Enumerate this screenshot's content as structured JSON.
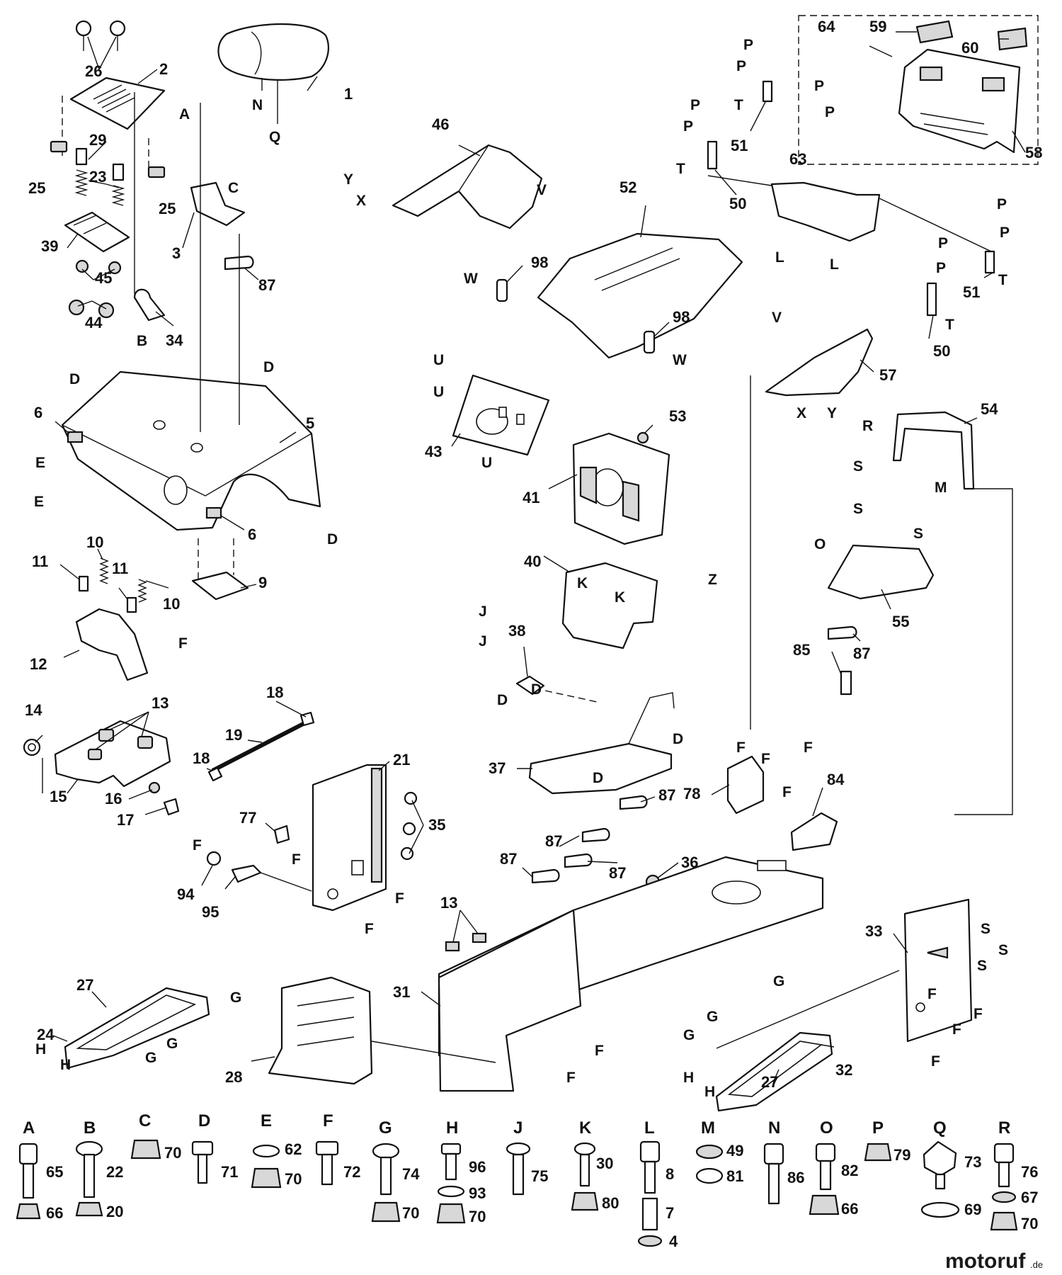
{
  "part_numbers": [
    {
      "id": "p1",
      "text": "1"
    },
    {
      "id": "p2",
      "text": "2"
    },
    {
      "id": "p26",
      "text": "26"
    },
    {
      "id": "p25a",
      "text": "25"
    },
    {
      "id": "p25b",
      "text": "25"
    },
    {
      "id": "p29",
      "text": "29"
    },
    {
      "id": "p23",
      "text": "23"
    },
    {
      "id": "p39",
      "text": "39"
    },
    {
      "id": "p45",
      "text": "45"
    },
    {
      "id": "p44",
      "text": "44"
    },
    {
      "id": "p34",
      "text": "34"
    },
    {
      "id": "p3",
      "text": "3"
    },
    {
      "id": "p87a",
      "text": "87"
    },
    {
      "id": "p46",
      "text": "46"
    },
    {
      "id": "p52",
      "text": "52"
    },
    {
      "id": "p98a",
      "text": "98"
    },
    {
      "id": "p98b",
      "text": "98"
    },
    {
      "id": "p64",
      "text": "64"
    },
    {
      "id": "p59",
      "text": "59"
    },
    {
      "id": "p60",
      "text": "60"
    },
    {
      "id": "p58",
      "text": "58"
    },
    {
      "id": "p51a",
      "text": "51"
    },
    {
      "id": "p50a",
      "text": "50"
    },
    {
      "id": "p63",
      "text": "63"
    },
    {
      "id": "p51b",
      "text": "51"
    },
    {
      "id": "p50b",
      "text": "50"
    },
    {
      "id": "p57",
      "text": "57"
    },
    {
      "id": "p6a",
      "text": "6"
    },
    {
      "id": "p5",
      "text": "5"
    },
    {
      "id": "p6b",
      "text": "6"
    },
    {
      "id": "p43",
      "text": "43"
    },
    {
      "id": "p53",
      "text": "53"
    },
    {
      "id": "p41",
      "text": "41"
    },
    {
      "id": "p54",
      "text": "54"
    },
    {
      "id": "p40",
      "text": "40"
    },
    {
      "id": "p55",
      "text": "55"
    },
    {
      "id": "p87b",
      "text": "87"
    },
    {
      "id": "p85",
      "text": "85"
    },
    {
      "id": "p10a",
      "text": "10"
    },
    {
      "id": "p11a",
      "text": "11"
    },
    {
      "id": "p11b",
      "text": "11"
    },
    {
      "id": "p10b",
      "text": "10"
    },
    {
      "id": "p9",
      "text": "9"
    },
    {
      "id": "p12",
      "text": "12"
    },
    {
      "id": "p38",
      "text": "38"
    },
    {
      "id": "p14",
      "text": "14"
    },
    {
      "id": "p13a",
      "text": "13"
    },
    {
      "id": "p18a",
      "text": "18"
    },
    {
      "id": "p19",
      "text": "19"
    },
    {
      "id": "p18b",
      "text": "18"
    },
    {
      "id": "p15",
      "text": "15"
    },
    {
      "id": "p16",
      "text": "16"
    },
    {
      "id": "p17",
      "text": "17"
    },
    {
      "id": "p21",
      "text": "21"
    },
    {
      "id": "p35",
      "text": "35"
    },
    {
      "id": "p77",
      "text": "77"
    },
    {
      "id": "p94",
      "text": "94"
    },
    {
      "id": "p95",
      "text": "95"
    },
    {
      "id": "p37",
      "text": "37"
    },
    {
      "id": "p87c",
      "text": "87"
    },
    {
      "id": "p87d",
      "text": "87"
    },
    {
      "id": "p87e",
      "text": "87"
    },
    {
      "id": "p87f",
      "text": "87"
    },
    {
      "id": "p36",
      "text": "36"
    },
    {
      "id": "p78",
      "text": "78"
    },
    {
      "id": "p84",
      "text": "84"
    },
    {
      "id": "p13b",
      "text": "13"
    },
    {
      "id": "p33",
      "text": "33"
    },
    {
      "id": "p24",
      "text": "24"
    },
    {
      "id": "p27a",
      "text": "27"
    },
    {
      "id": "p31",
      "text": "31"
    },
    {
      "id": "p28",
      "text": "28"
    },
    {
      "id": "p27b",
      "text": "27"
    },
    {
      "id": "p32",
      "text": "32"
    }
  ],
  "ref_letters": [
    {
      "id": "lA",
      "text": "A"
    },
    {
      "id": "lN",
      "text": "N"
    },
    {
      "id": "lQ",
      "text": "Q"
    },
    {
      "id": "lB",
      "text": "B"
    },
    {
      "id": "lC",
      "text": "C"
    },
    {
      "id": "lY1",
      "text": "Y"
    },
    {
      "id": "lX1",
      "text": "X"
    },
    {
      "id": "lV1",
      "text": "V"
    },
    {
      "id": "lW1",
      "text": "W"
    },
    {
      "id": "lW2",
      "text": "W"
    },
    {
      "id": "lP1",
      "text": "P"
    },
    {
      "id": "lP2",
      "text": "P"
    },
    {
      "id": "lP3",
      "text": "P"
    },
    {
      "id": "lP4",
      "text": "P"
    },
    {
      "id": "lT1",
      "text": "T"
    },
    {
      "id": "lP5",
      "text": "P"
    },
    {
      "id": "lP6",
      "text": "P"
    },
    {
      "id": "lT2",
      "text": "T"
    },
    {
      "id": "lL1",
      "text": "L"
    },
    {
      "id": "lL2",
      "text": "L"
    },
    {
      "id": "lP7",
      "text": "P"
    },
    {
      "id": "lP8",
      "text": "P"
    },
    {
      "id": "lP9",
      "text": "P"
    },
    {
      "id": "lP10",
      "text": "P"
    },
    {
      "id": "lT3",
      "text": "T"
    },
    {
      "id": "lT4",
      "text": "T"
    },
    {
      "id": "lV2",
      "text": "V"
    },
    {
      "id": "lX2",
      "text": "X"
    },
    {
      "id": "lY2",
      "text": "Y"
    },
    {
      "id": "lD1",
      "text": "D"
    },
    {
      "id": "lD2",
      "text": "D"
    },
    {
      "id": "lE1",
      "text": "E"
    },
    {
      "id": "lE2",
      "text": "E"
    },
    {
      "id": "lD3",
      "text": "D"
    },
    {
      "id": "lU1",
      "text": "U"
    },
    {
      "id": "lU2",
      "text": "U"
    },
    {
      "id": "lU3",
      "text": "U"
    },
    {
      "id": "lR1",
      "text": "R"
    },
    {
      "id": "lS1",
      "text": "S"
    },
    {
      "id": "lM1",
      "text": "M"
    },
    {
      "id": "lS2",
      "text": "S"
    },
    {
      "id": "lS3",
      "text": "S"
    },
    {
      "id": "lO1",
      "text": "O"
    },
    {
      "id": "lZ1",
      "text": "Z"
    },
    {
      "id": "lK1",
      "text": "K"
    },
    {
      "id": "lK2",
      "text": "K"
    },
    {
      "id": "lJ1",
      "text": "J"
    },
    {
      "id": "lJ2",
      "text": "J"
    },
    {
      "id": "lF1",
      "text": "F"
    },
    {
      "id": "lD4",
      "text": "D"
    },
    {
      "id": "lD5",
      "text": "D"
    },
    {
      "id": "lD6",
      "text": "D"
    },
    {
      "id": "lD7",
      "text": "D"
    },
    {
      "id": "lF2",
      "text": "F"
    },
    {
      "id": "lF3",
      "text": "F"
    },
    {
      "id": "lF4",
      "text": "F"
    },
    {
      "id": "lF5",
      "text": "F"
    },
    {
      "id": "lF6",
      "text": "F"
    },
    {
      "id": "lF7",
      "text": "F"
    },
    {
      "id": "lF8",
      "text": "F"
    },
    {
      "id": "lF9",
      "text": "F"
    },
    {
      "id": "lS4",
      "text": "S"
    },
    {
      "id": "lS5",
      "text": "S"
    },
    {
      "id": "lS6",
      "text": "S"
    },
    {
      "id": "lF10",
      "text": "F"
    },
    {
      "id": "lF11",
      "text": "F"
    },
    {
      "id": "lF12",
      "text": "F"
    },
    {
      "id": "lF13",
      "text": "F"
    },
    {
      "id": "lF14",
      "text": "F"
    },
    {
      "id": "lF15",
      "text": "F"
    },
    {
      "id": "lG1",
      "text": "G"
    },
    {
      "id": "lH1",
      "text": "H"
    },
    {
      "id": "lH2",
      "text": "H"
    },
    {
      "id": "lG2",
      "text": "G"
    },
    {
      "id": "lG3",
      "text": "G"
    },
    {
      "id": "lG4",
      "text": "G"
    },
    {
      "id": "lG5",
      "text": "G"
    },
    {
      "id": "lG6",
      "text": "G"
    },
    {
      "id": "lH3",
      "text": "H"
    },
    {
      "id": "lH4",
      "text": "H"
    }
  ],
  "hardware_key": [
    {
      "letter": "A",
      "parts": [
        "65",
        "66"
      ]
    },
    {
      "letter": "B",
      "parts": [
        "22",
        "20"
      ]
    },
    {
      "letter": "C",
      "parts": [
        "70"
      ]
    },
    {
      "letter": "D",
      "parts": [
        "71"
      ]
    },
    {
      "letter": "E",
      "parts": [
        "62",
        "70"
      ]
    },
    {
      "letter": "F",
      "parts": [
        "72"
      ]
    },
    {
      "letter": "G",
      "parts": [
        "74",
        "70"
      ]
    },
    {
      "letter": "H",
      "parts": [
        "96",
        "93",
        "70"
      ]
    },
    {
      "letter": "J",
      "parts": [
        "75"
      ]
    },
    {
      "letter": "K",
      "parts": [
        "30",
        "80"
      ]
    },
    {
      "letter": "L",
      "parts": [
        "8",
        "7",
        "4"
      ]
    },
    {
      "letter": "M",
      "parts": [
        "49",
        "81"
      ]
    },
    {
      "letter": "N",
      "parts": [
        "86"
      ]
    },
    {
      "letter": "O",
      "parts": [
        "82",
        "66"
      ]
    },
    {
      "letter": "P",
      "parts": [
        "79"
      ]
    },
    {
      "letter": "Q",
      "parts": [
        "73",
        "69"
      ]
    },
    {
      "letter": "R",
      "parts": [
        "76",
        "67",
        "70"
      ]
    }
  ],
  "watermark": {
    "text": "motoruf",
    "suffix": ".de"
  }
}
